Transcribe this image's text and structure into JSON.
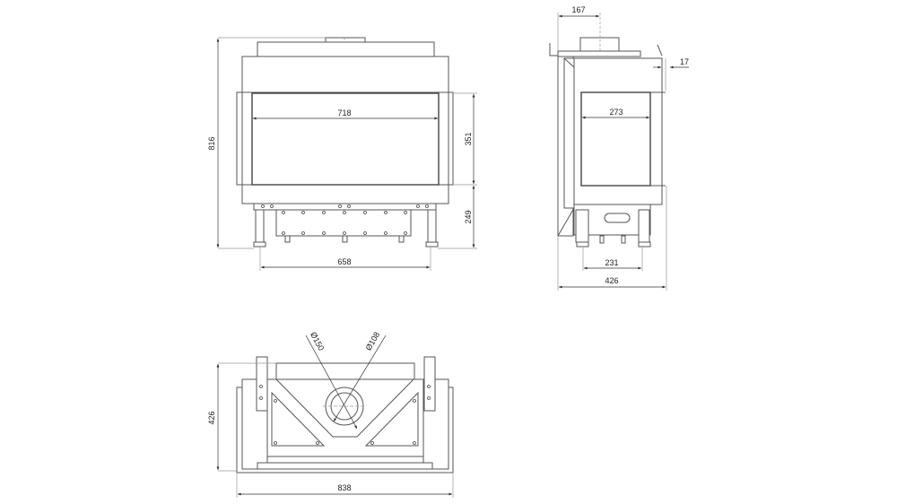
{
  "front_view": {
    "dim_total_height": "816",
    "dim_glass_width": "718",
    "dim_glass_height": "351",
    "dim_base_height": "249",
    "dim_leg_spacing": "658"
  },
  "side_view": {
    "dim_flue_offset": "167",
    "dim_frame_depth": "17",
    "dim_glass_width": "273",
    "dim_leg_spacing": "231",
    "dim_total_depth": "426"
  },
  "top_view": {
    "dim_outer_diameter": "Ø150",
    "dim_inner_diameter": "Ø108",
    "dim_depth": "426",
    "dim_total_width": "838"
  }
}
